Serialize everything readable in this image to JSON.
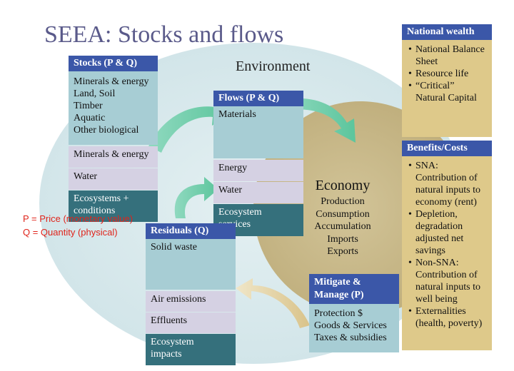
{
  "title": "SEEA: Stocks and flows",
  "environment_label": "Environment",
  "stocks": {
    "header": "Stocks (P & Q)",
    "items": [
      "Minerals & energy",
      "Land, Soil",
      "Timber",
      "Aquatic",
      "Other biological"
    ],
    "minerals": "Minerals & energy",
    "water": "Water",
    "ecosystems": [
      "Ecosystems +",
      "conditions"
    ]
  },
  "flows": {
    "header": "Flows (P & Q)",
    "materials": "Materials",
    "energy": "Energy",
    "water": "Water",
    "services": [
      "Ecosystem",
      "services"
    ]
  },
  "residuals": {
    "header": "Residuals (Q)",
    "solid": "Solid waste",
    "air": "Air emissions",
    "effluents": "Effluents",
    "impacts": [
      "Ecosystem",
      "impacts"
    ]
  },
  "economy": {
    "title": "Economy",
    "items": [
      "Production",
      "Consumption",
      "Accumulation",
      "Imports",
      "Exports"
    ]
  },
  "mitigate": {
    "header": [
      "Mitigate &",
      "Manage (P)"
    ],
    "items": [
      "Protection $",
      "Goods & Services",
      "Taxes & subsidies"
    ]
  },
  "national_wealth": {
    "header": "National wealth",
    "items": [
      [
        "National Balance",
        "Sheet"
      ],
      [
        "Resource life"
      ],
      [
        "“Critical”",
        "Natural Capital"
      ]
    ]
  },
  "benefits": {
    "header": "Benefits/Costs",
    "items": [
      [
        "SNA:",
        "Contribution of",
        "natural inputs to",
        "economy (rent)"
      ],
      [
        "Depletion,",
        "degradation",
        "adjusted net",
        "savings"
      ],
      [
        "Non-SNA:",
        "Contribution of",
        "natural inputs to",
        "well being"
      ],
      [
        "Externalities",
        "(health, poverty)"
      ]
    ]
  },
  "legend": {
    "p": "P = Price (monetary value)",
    "q": "Q = Quantity (physical)"
  },
  "colors": {
    "header_blue": "#3b57a8",
    "teal": "#a7cdd4",
    "lavender": "#d5d1e3",
    "dark_teal": "#35707c",
    "tan": "#dec98a",
    "environment": "#d8e9ec",
    "economy": "#c9b98a",
    "legend_red": "#e0241b"
  }
}
